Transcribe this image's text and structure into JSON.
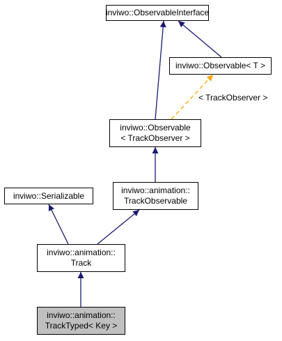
{
  "diagram": {
    "colors": {
      "inheritance": "#191970",
      "template": "#ffa500",
      "current_fill": "#bfbfbf"
    },
    "nodes": {
      "observable_interface": {
        "lines": [
          "inviwo::ObservableInterface"
        ]
      },
      "observable_t": {
        "lines": [
          "inviwo::Observable< T >"
        ]
      },
      "observable_track_observer": {
        "lines": [
          "inviwo::Observable",
          "< TrackObserver >"
        ]
      },
      "serializable": {
        "lines": [
          "inviwo::Serializable"
        ]
      },
      "track_observable": {
        "lines": [
          "inviwo::animation::",
          "TrackObservable"
        ]
      },
      "track": {
        "lines": [
          "inviwo::animation::",
          "Track"
        ]
      },
      "track_typed": {
        "lines": [
          "inviwo::animation::",
          "TrackTyped< Key >"
        ]
      }
    },
    "template_edge_label": "< TrackObserver >"
  }
}
